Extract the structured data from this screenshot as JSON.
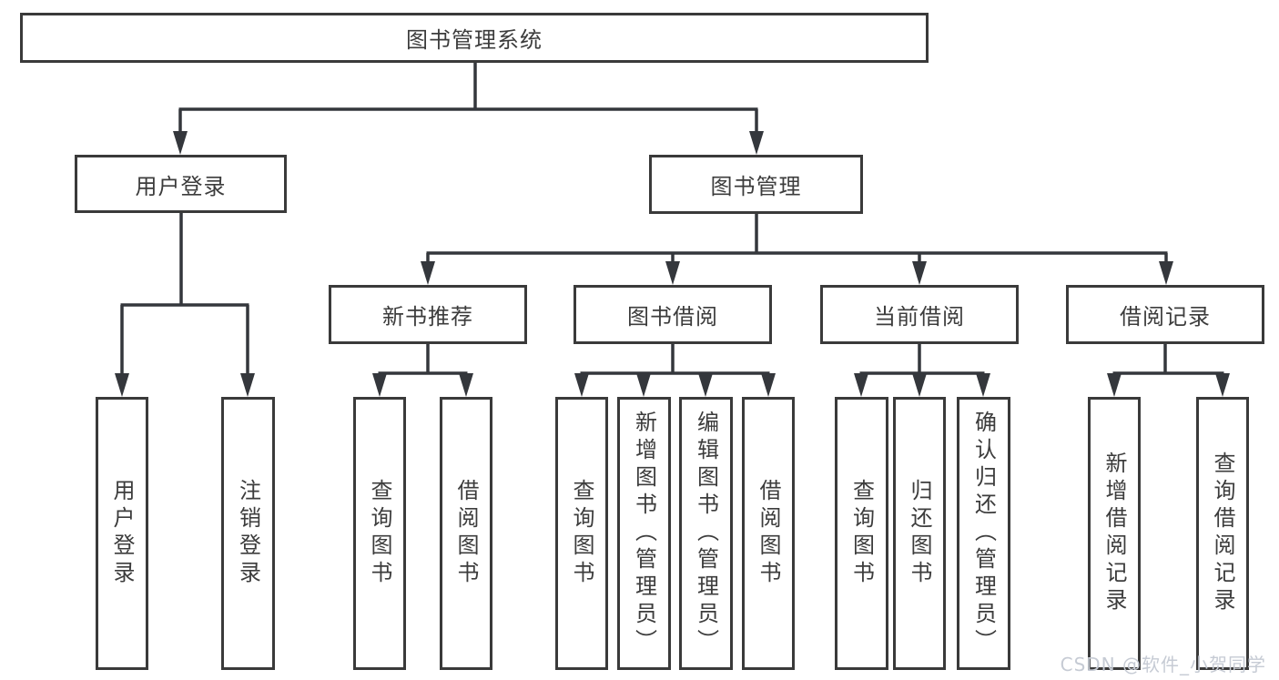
{
  "diagram": {
    "type": "hierarchy-tree",
    "tree": {
      "root": {
        "label": "图书管理系统",
        "children": [
          {
            "label": "用户登录",
            "children": [
              {
                "label": "用户登录"
              },
              {
                "label": "注销登录"
              }
            ]
          },
          {
            "label": "图书管理",
            "children": [
              {
                "label": "新书推荐",
                "children": [
                  {
                    "label": "查询图书"
                  },
                  {
                    "label": "借阅图书"
                  }
                ]
              },
              {
                "label": "图书借阅",
                "children": [
                  {
                    "label": "查询图书"
                  },
                  {
                    "label": "新增图书（管理员）"
                  },
                  {
                    "label": "编辑图书（管理员）"
                  },
                  {
                    "label": "借阅图书"
                  }
                ]
              },
              {
                "label": "当前借阅",
                "children": [
                  {
                    "label": "查询图书"
                  },
                  {
                    "label": "归还图书"
                  },
                  {
                    "label": "确认归还（管理员）"
                  }
                ]
              },
              {
                "label": "借阅记录",
                "children": [
                  {
                    "label": "新增借阅记录"
                  },
                  {
                    "label": "查询借阅记录"
                  }
                ]
              }
            ]
          }
        ]
      }
    },
    "colors": {
      "line": "#34373c",
      "box_border": "#3a3a3a",
      "text": "#3c3c3c",
      "background": "#ffffff",
      "watermark": "#c6cbd4"
    }
  },
  "watermark": {
    "text": "CSDN @软件_小贺同学"
  }
}
